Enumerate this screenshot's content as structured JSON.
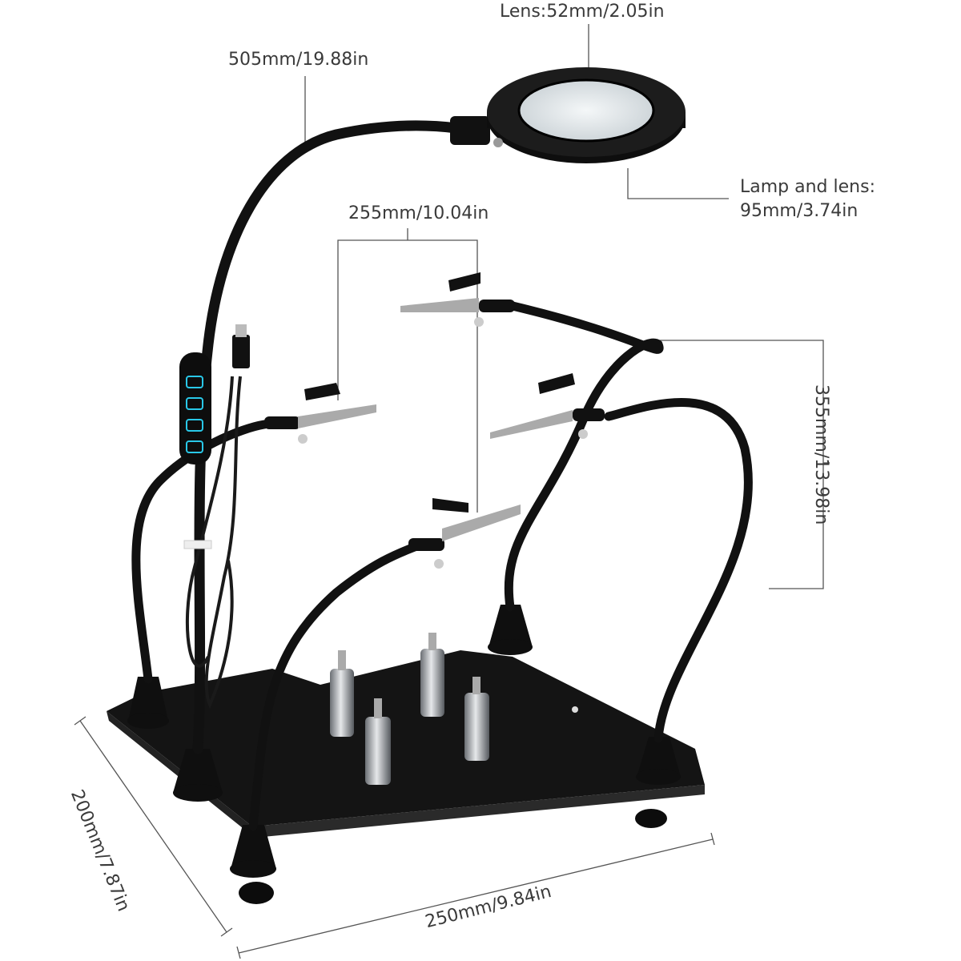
{
  "dimensions": {
    "lens": "Lens:52mm/2.05in",
    "gooseneck": "505mm/19.88in",
    "lamp_and_lens_line1": "Lamp and lens:",
    "lamp_and_lens_line2": "95mm/3.74in",
    "clip_span": "255mm/10.04in",
    "arm_height": "355mm/13.98in",
    "base_depth": "200mm/7.87in",
    "base_width": "250mm/9.84in"
  },
  "colors": {
    "background": "#ffffff",
    "product_black": "#111111",
    "dimension_line": "#555555",
    "control_glow": "#29c8e8",
    "metal": "#b9bcc0"
  },
  "icons": [
    "lamp-icon",
    "magnifier-lens-icon",
    "alligator-clip-icon",
    "usb-plug-icon",
    "touch-control-icon",
    "pcb-pin-icon"
  ]
}
